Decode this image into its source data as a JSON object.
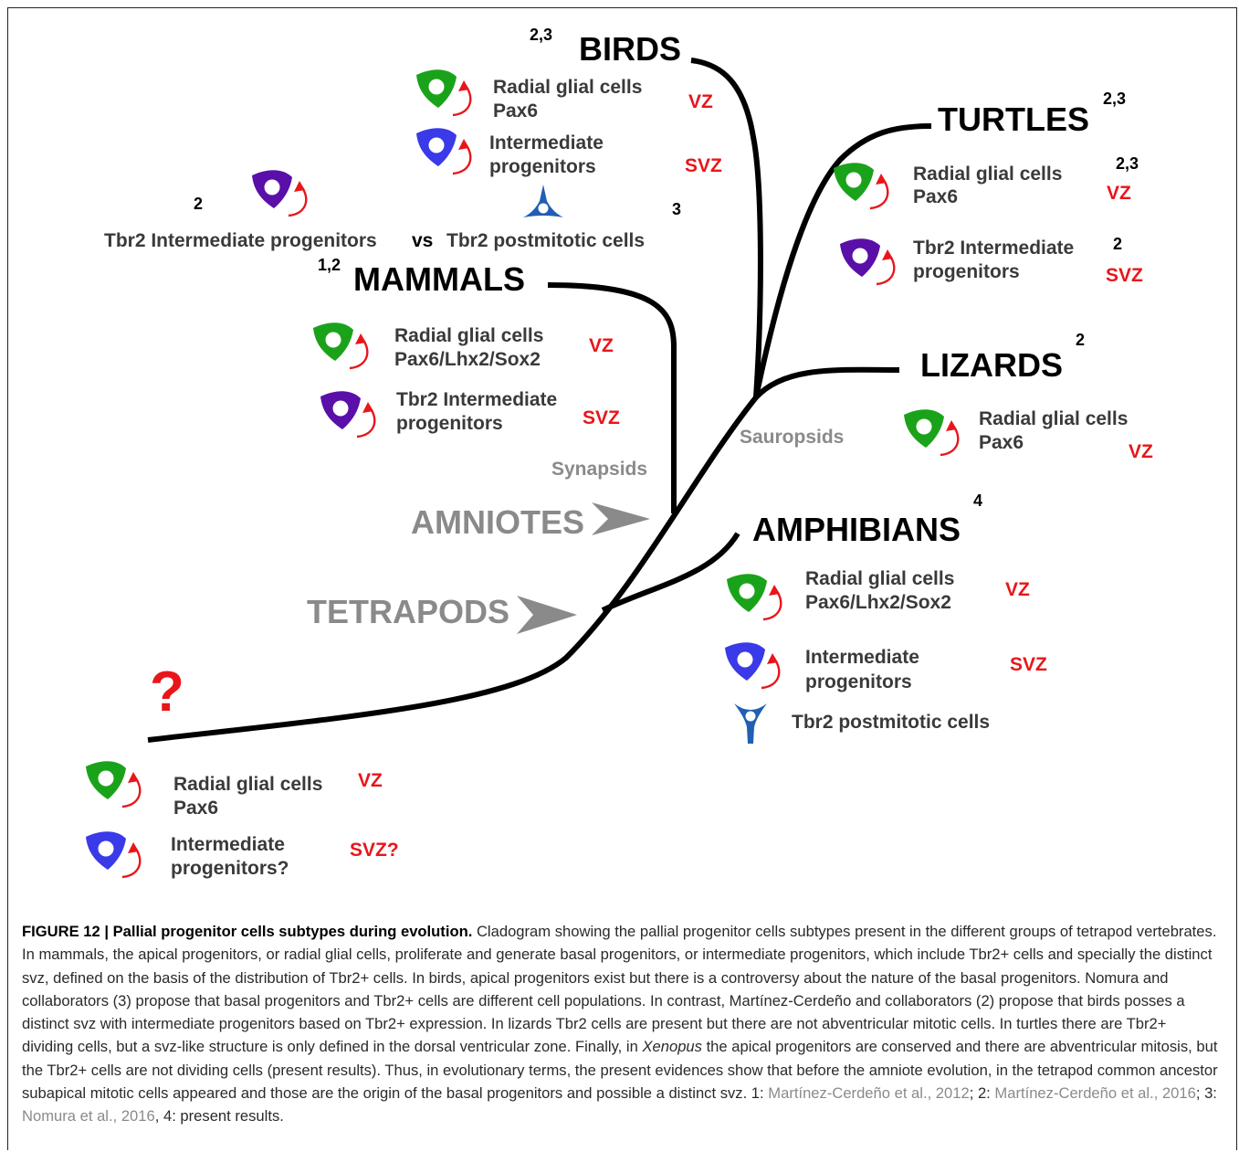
{
  "clades": {
    "birds": "BIRDS",
    "turtles": "TURTLES",
    "mammals": "MAMMALS",
    "lizards": "LIZARDS",
    "amphibians": "AMPHIBIANS"
  },
  "groups": {
    "amniotes": "AMNIOTES",
    "tetrapods": "TETRAPODS",
    "synapsids": "Synapsids",
    "sauropsids": "Sauropsids",
    "unknown": "?"
  },
  "refs": {
    "birds": "2,3",
    "turtles": "2,3",
    "turtles_rg": "2,3",
    "turtles_tbr2": "2",
    "mammals": "1,2",
    "lizards": "2",
    "amphibians": "4",
    "birds_tbr2_ip": "2",
    "birds_tbr2_pm": "3"
  },
  "labels": {
    "radial_glial": "Radial glial cells",
    "pax6": "Pax6",
    "pax6_lhx2_sox2": "Pax6/Lhx2/Sox2",
    "intermediate": "Intermediate",
    "progenitors": "progenitors",
    "progenitors_q": "progenitors?",
    "tbr2_intermediate": "Tbr2 Intermediate",
    "tbr2_ip_full": "Tbr2 Intermediate progenitors",
    "vs": "vs",
    "tbr2_postmitotic": "Tbr2 postmitotic cells"
  },
  "zones": {
    "vz": "VZ",
    "svz": "SVZ",
    "svz_q": "SVZ?"
  },
  "colors": {
    "radial_glia": "#1aa31a",
    "intermediate": "#3a3ae8",
    "tbr2_intermediate": "#5a0fa8",
    "tbr2_postmitotic": "#1f5fb4",
    "arrow": "#e8161b",
    "zone_text": "#e8161b",
    "tree": "#000000",
    "group_text": "#8a8a8a"
  },
  "caption": {
    "title": "FIGURE 12 | Pallial progenitor cells subtypes during evolution.",
    "body_1": " Cladogram showing the pallial progenitor cells subtypes present in the different groups of tetrapod vertebrates. In mammals, the apical progenitors, or radial glial cells, proliferate and generate basal progenitors, or intermediate progenitors, which include Tbr2+ cells and specially the distinct svz, defined on the basis of the distribution of Tbr2+ cells. In birds, apical progenitors exist but there is a controversy about the nature of the basal progenitors. Nomura and collaborators (3) propose that basal progenitors and Tbr2+ cells are different cell populations. In contrast, Martínez-Cerdeño and collaborators (2) propose that birds posses a distinct svz with intermediate progenitors based on Tbr2+ expression. In lizards Tbr2 cells are present but there are not abventricular mitotic cells. In turtles there are Tbr2+ dividing cells, but a svz-like structure is only defined in the dorsal ventricular zone. Finally, in ",
    "xenopus": "Xenopus",
    "body_2": " the apical progenitors are conserved and there are abventricular mitosis, but the Tbr2+ cells are not dividing cells (present results). Thus, in evolutionary terms, the present evidences show that before the amniote evolution, in the tetrapod common ancestor subapical mitotic cells appeared and those are the origin of the basal progenitors and possible a distinct svz. 1: ",
    "cite_1": "Martínez-Cerdeño et al., 2012",
    "sep_2": "; 2: ",
    "cite_2": "Martínez-Cerdeño et al., 2016",
    "sep_3": "; 3: ",
    "cite_3": "Nomura et al., 2016",
    "tail": ", 4: present results."
  }
}
